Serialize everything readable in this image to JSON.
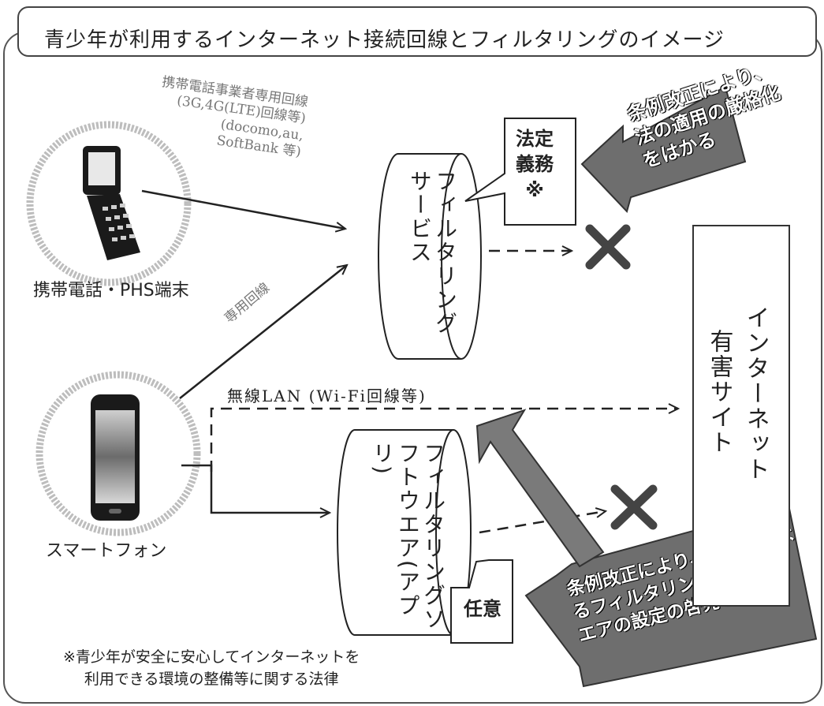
{
  "title": "青少年が利用するインターネット接続回線とフィルタリングのイメージ",
  "devices": {
    "mobile_label": "携帯電話・PHS端末",
    "smartphone_label": "スマートフォン"
  },
  "connections": {
    "carrier_line": [
      "携帯電話事業者専用回線",
      "(3G,4G(LTE)回線等)",
      "(docomo,au,",
      "SoftBank 等)"
    ],
    "dedicated_line": "専用回線",
    "wireless_lan": "無線LAN (Wi-Fi回線等)"
  },
  "filters": {
    "service_label": "フィルタリングサービス",
    "software_label": "フィルタリングソフトウエア(アプリ)"
  },
  "speech": {
    "mandatory": [
      "法定",
      "義務",
      "※"
    ],
    "optional": "任意"
  },
  "callouts": {
    "top": [
      "条例改正により、",
      "法の適用の厳格化",
      "をはかる"
    ],
    "bottom": [
      "条例改正により、保護者によ",
      "るフィルタリングソフトウ",
      "エアの設定の啓発をはかる"
    ]
  },
  "destination": {
    "line1": "インターネット",
    "line2": "有害サイト"
  },
  "footnote": [
    "※青少年が安全に安心してインターネットを",
    "利用できる環境の整備等に関する法律"
  ],
  "colors": {
    "callout_fill": "#6e6e6e",
    "halo": "#bdbdbd",
    "block_mark": "#444444"
  }
}
